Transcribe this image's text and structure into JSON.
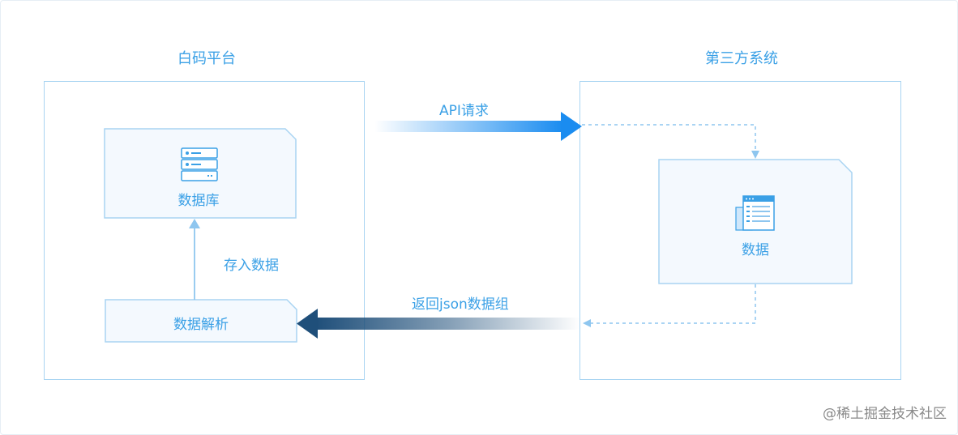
{
  "panels": {
    "left_title": "白码平台",
    "right_title": "第三方系统"
  },
  "nodes": {
    "database_label": "数据库",
    "parse_label": "数据解析",
    "data_label": "数据"
  },
  "edges": {
    "api_request": "API请求",
    "return_json": "返回json数据组",
    "store_data": "存入数据"
  },
  "watermark": "@稀土掘金技术社区",
  "colors": {
    "accent": "#3aa0e6",
    "border": "#a9d4f2",
    "request_arrow": "#1a8cf0",
    "return_arrow": "#1f4f7a"
  }
}
